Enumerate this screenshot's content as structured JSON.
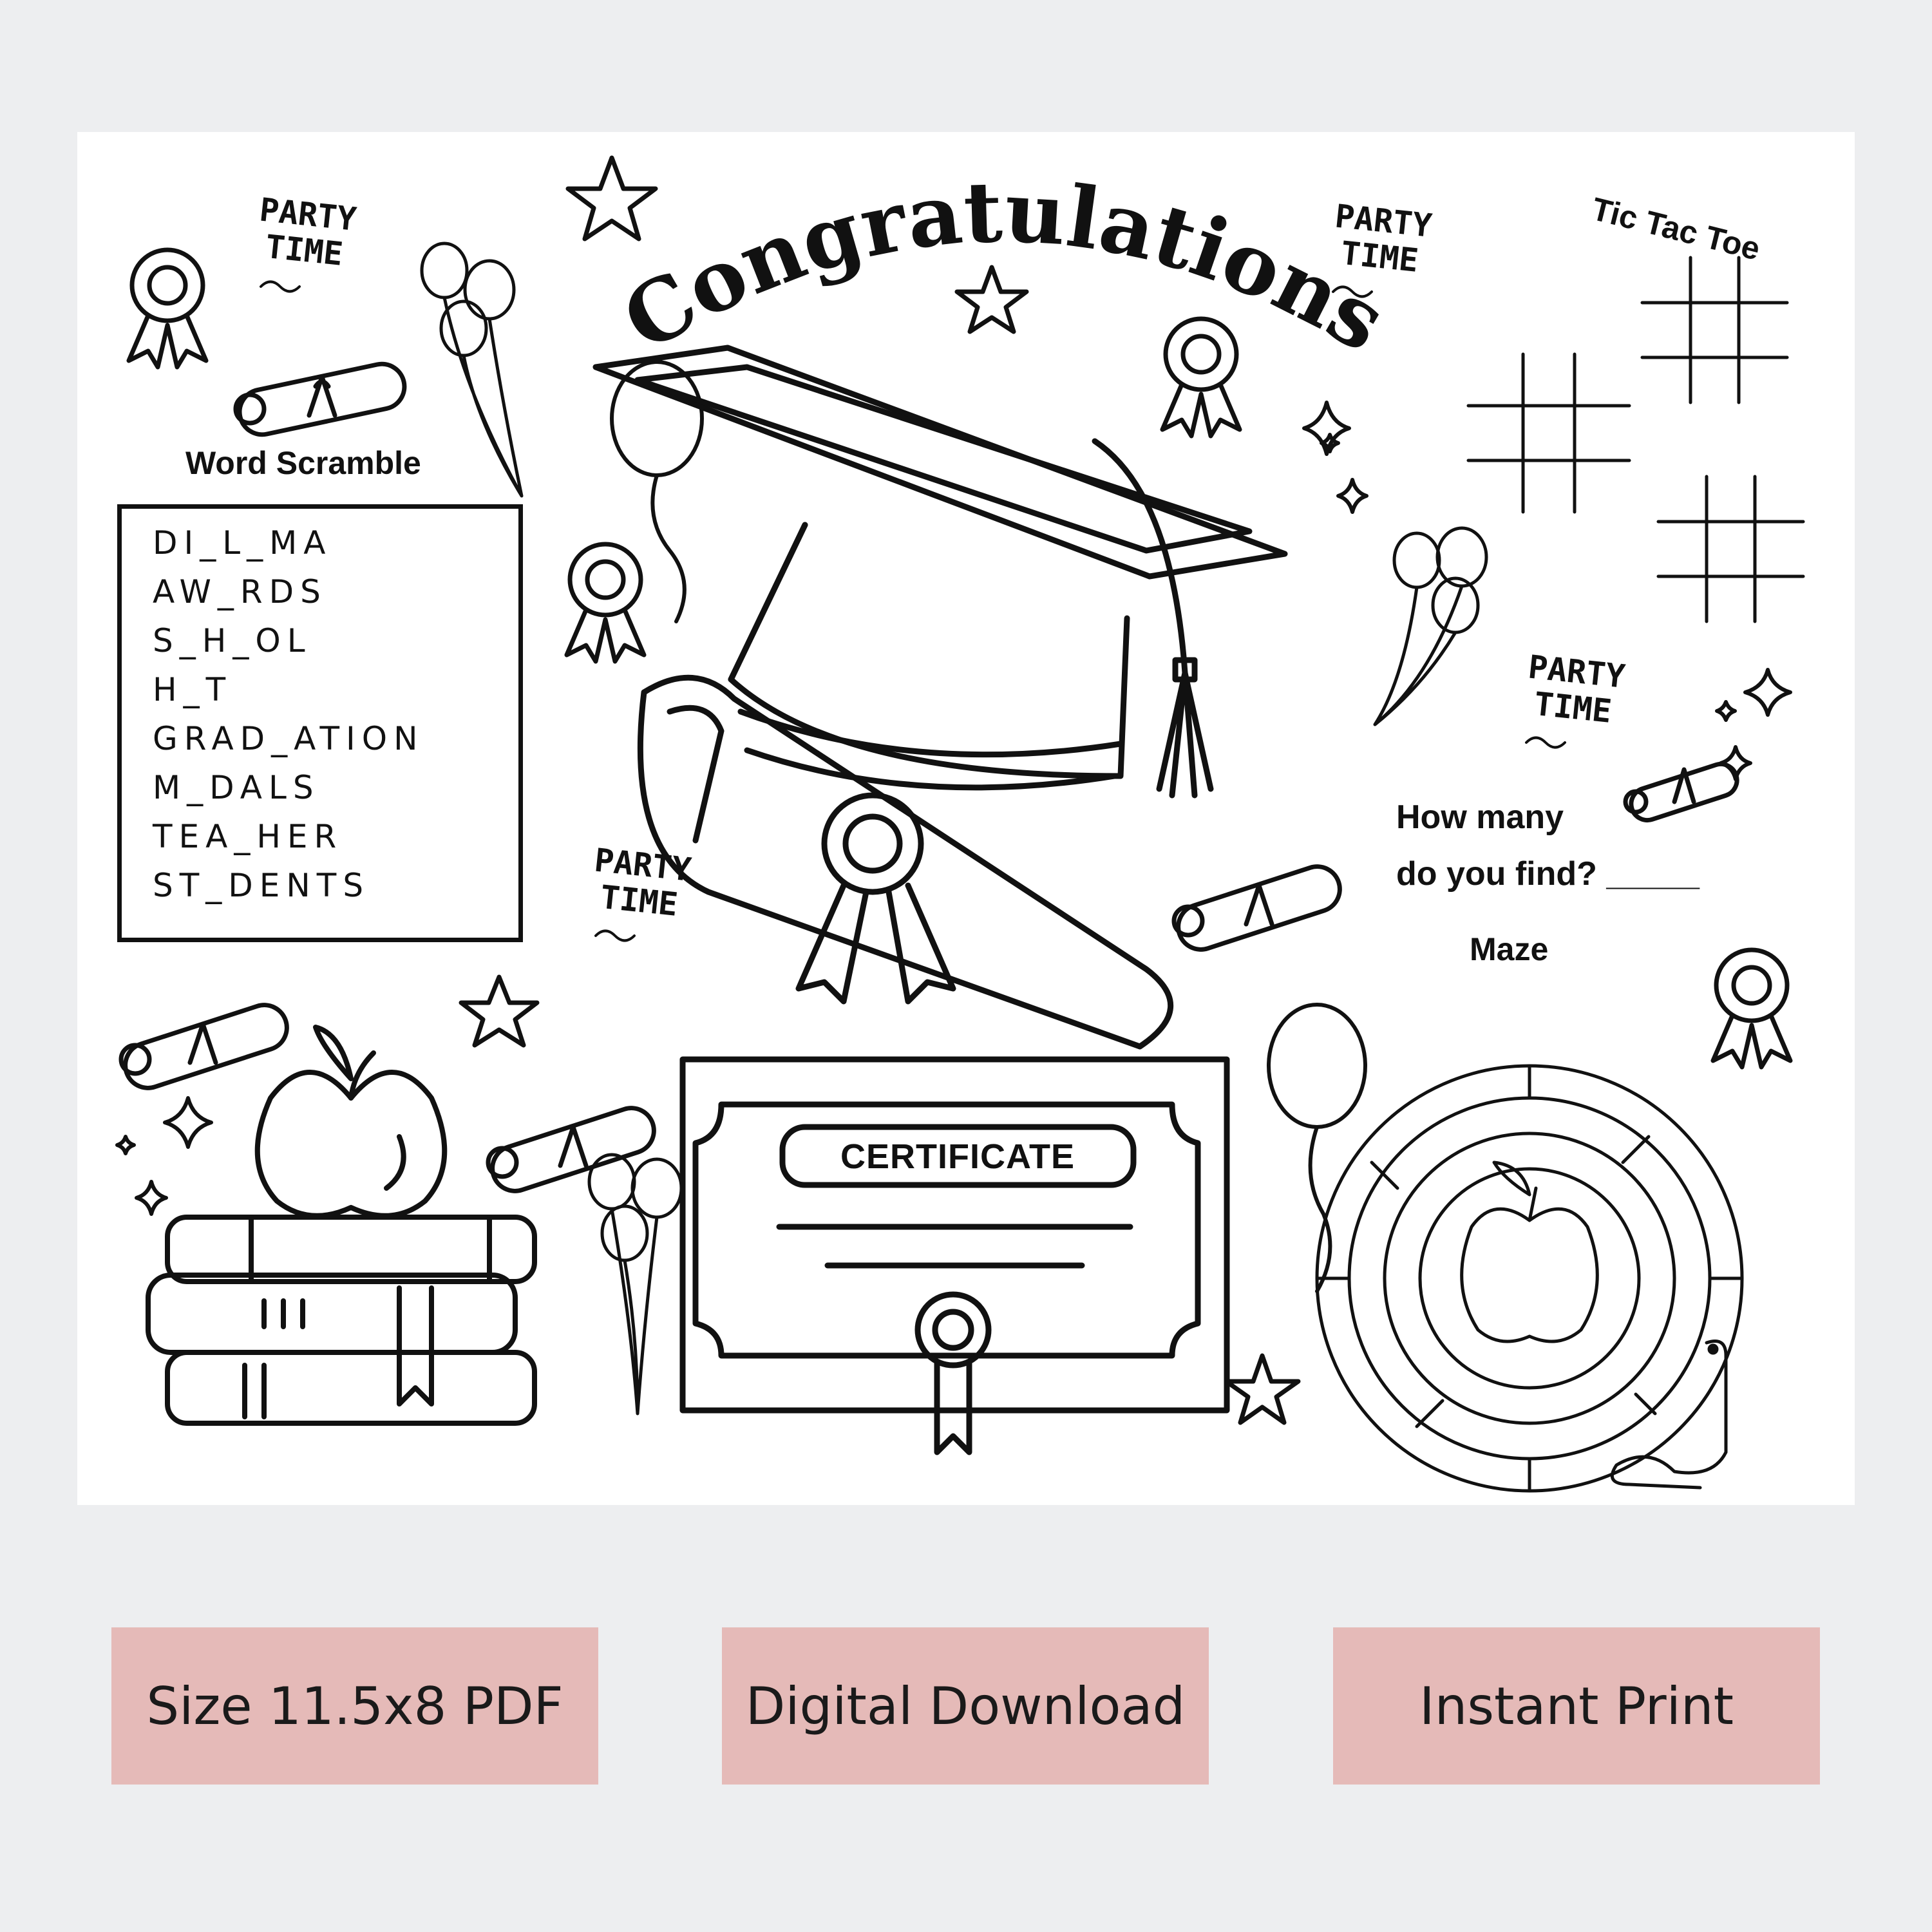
{
  "title": "Congratulations",
  "word_scramble": {
    "heading": "Word Scramble",
    "words": [
      "DI_L_MA",
      "AW_RDS",
      "S_H_OL",
      "H_T",
      "GRAD_ATION",
      "M_DALS",
      "TEA_HER",
      "ST_DENTS"
    ]
  },
  "party_stickers": [
    {
      "line1": "PARTY",
      "line2": "TIME"
    },
    {
      "line1": "PARTY",
      "line2": "TIME"
    },
    {
      "line1": "PARTY",
      "line2": "TIME"
    },
    {
      "line1": "PARTY",
      "line2": "TIME"
    }
  ],
  "tic_tac_toe": {
    "heading": "Tic Tac Toe"
  },
  "find_count": {
    "line1": "How many",
    "line2": "do you find? _____"
  },
  "maze": {
    "heading": "Maze"
  },
  "certificate": {
    "heading": "CERTIFICATE"
  },
  "badges": [
    "Size 11.5x8 PDF",
    "Digital Download",
    "Instant Print"
  ],
  "colors": {
    "background": "#edeef0",
    "sheet": "#ffffff",
    "badge": "#e5bab8",
    "ink": "#111111"
  },
  "icons": [
    "star-icon",
    "ribbon-award-icon",
    "diploma-scroll-icon",
    "balloon-icon",
    "graduation-cap-icon",
    "apple-icon",
    "books-icon",
    "sparkle-icon",
    "worm-icon"
  ]
}
